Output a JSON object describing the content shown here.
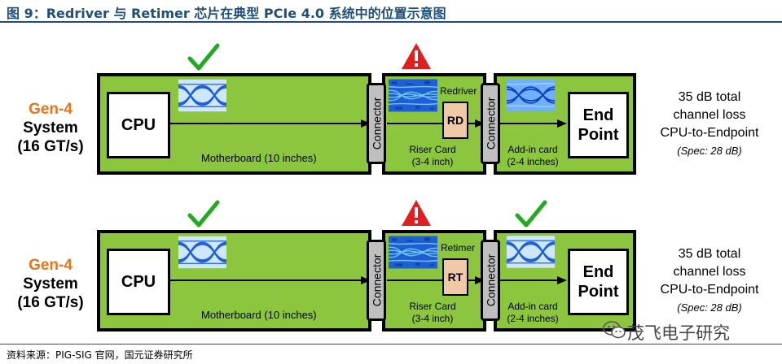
{
  "title": "图 9：Redriver 与 Retimer 芯片在典型 PCIe 4.0 系统中的位置示意图",
  "source": "资料来源：PIG-SIG 官网，国元证券研究所",
  "watermark": "茂飞电子研究",
  "colors": {
    "board": "#8cc63f",
    "check": "#22aa22",
    "warning": "#e02020",
    "connector": "#bfbfbf",
    "chip": "#f2c9a6",
    "eye": "#1f5fd6",
    "title": "#1f4e79",
    "gen_accent": "#e8751a"
  },
  "rows": [
    {
      "gen": "Gen-4",
      "system": "System",
      "rate": "(16 GT/s)",
      "cpu": "CPU",
      "motherboard": "Motherboard (10 inches)",
      "connector1": "Connector",
      "connector2": "Connector",
      "chip_name": "Redriver",
      "chip": "RD",
      "riser1": "Riser Card",
      "riser2": "(3-4 inch)",
      "addin1": "Add-in card",
      "addin2": "(2-4 inches)",
      "endpoint1": "End",
      "endpoint2": "Point",
      "loss1": "35 dB total",
      "loss2": "channel loss",
      "loss3": "CPU-to-Endpoint",
      "spec": "(Spec: 28 dB)",
      "markers": [
        "check-icon",
        "warning-icon"
      ]
    },
    {
      "gen": "Gen-4",
      "system": "System",
      "rate": "(16 GT/s)",
      "cpu": "CPU",
      "motherboard": "Motherboard (10 inches)",
      "connector1": "Connector",
      "connector2": "Connector",
      "chip_name": "Retimer",
      "chip": "RT",
      "riser1": "Riser Card",
      "riser2": "(3-4 inch)",
      "addin1": "Add-in card",
      "addin2": "(2-4 inches)",
      "endpoint1": "End",
      "endpoint2": "Point",
      "loss1": "35 dB total",
      "loss2": "channel loss",
      "loss3": "CPU-to-Endpoint",
      "spec": "(Spec: 28 dB)",
      "markers": [
        "check-icon",
        "warning-icon",
        "check-icon"
      ]
    }
  ]
}
